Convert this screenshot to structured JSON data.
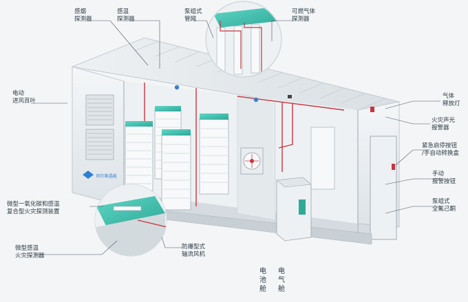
{
  "labels": {
    "smoke_detector": "感烟\n探测器",
    "temp_detector": "感温\n探测器",
    "pump_pipe": "泵组式\n管网",
    "gas_detector": "可燃气体\n探测器",
    "intake_louver": "电动\n进风百叶",
    "micro_composite": "微型一氧化碳和感温\n复合型火灾探测装置",
    "micro_temp": "微型感温\n火灾探测器",
    "exhaust_fan": "防爆型式\n轴流风机",
    "battery_cabin": "电池舱",
    "electric_cabin": "电气舱",
    "gas_release_light": "气体\n释放灯",
    "sound_light_alarm": "火灾声光\n报警器",
    "emergency_switch": "紧急启停按钮\n/手自动转换盒",
    "manual_alarm": "手动\n报警按钮",
    "pump_cabinet": "泵组式\n全氟己酮"
  },
  "logo_text": "阿尔斯晶能",
  "colors": {
    "accent_teal": "#45c3b3",
    "pipe_red": "#c8343f",
    "line": "#4a5560",
    "container": "#e9edf0"
  }
}
